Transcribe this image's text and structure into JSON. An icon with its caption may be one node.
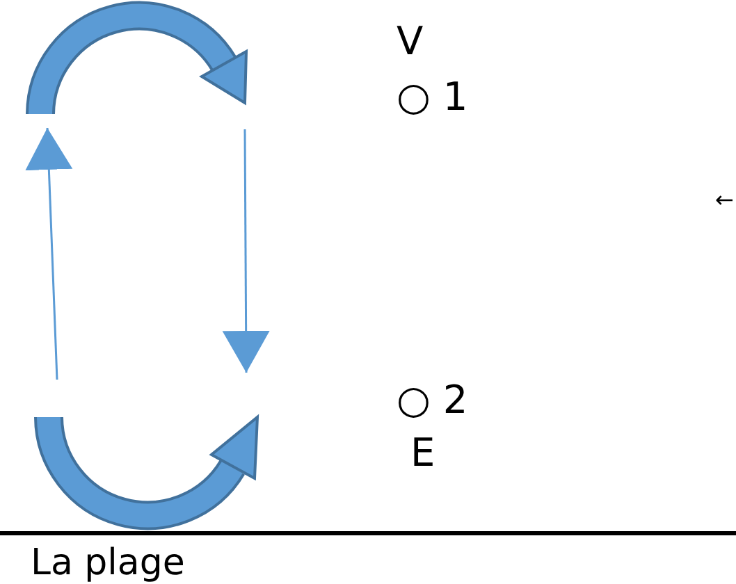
{
  "diagram": {
    "labels": [
      "V",
      "○ 1",
      "←",
      "○ 2",
      "E",
      "La plage"
    ]
  }
}
